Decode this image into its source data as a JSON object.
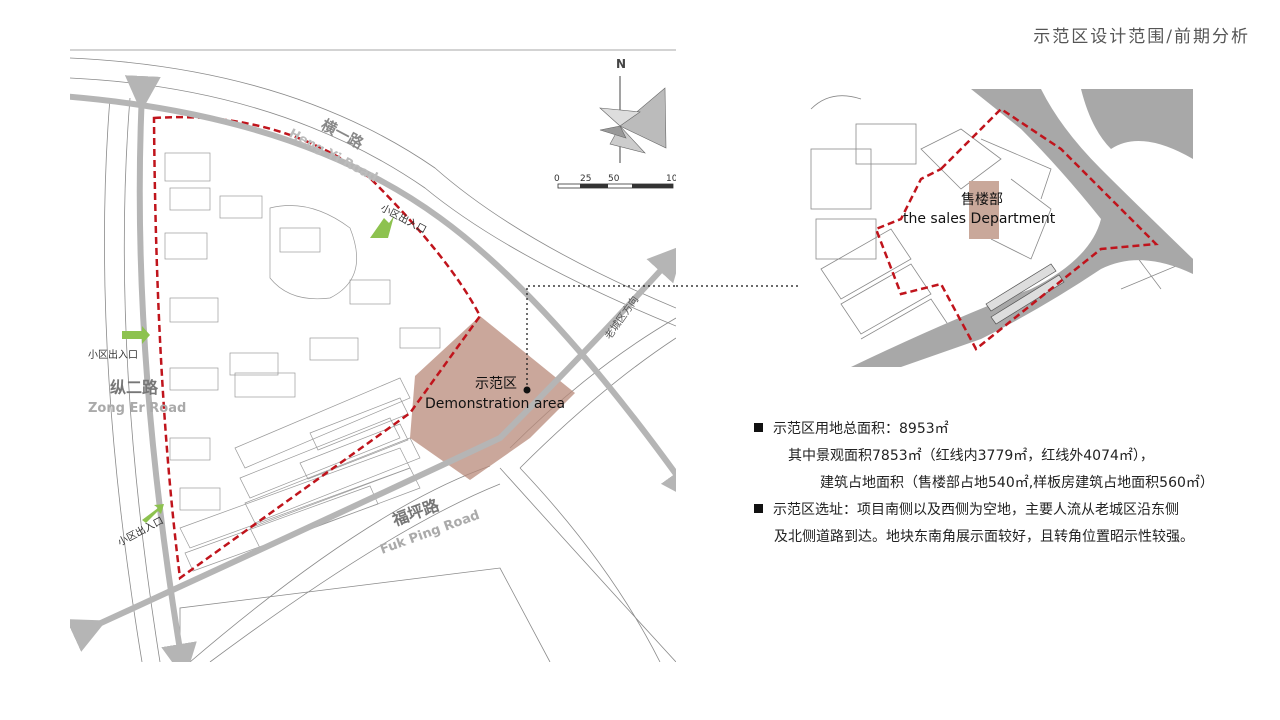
{
  "page_title": "示范区设计范围/前期分析",
  "main_map": {
    "north_label": "N",
    "scale_ticks": [
      "0",
      "25",
      "50",
      "10"
    ],
    "roads": {
      "heng_yi_cn": "横一路",
      "heng_yi_en": "Heng Yi Road",
      "zong_er_cn": "纵二路",
      "zong_er_en": "Zong Er Road",
      "fuk_ping_cn": "福坪路",
      "fuk_ping_en": "Fuk Ping Road",
      "old_town_direction": "老城区方向"
    },
    "entrances": [
      "小区出入口",
      "小区出入口",
      "小区出入口"
    ],
    "demo_area_cn": "示范区",
    "demo_area_en": "Demonstration area"
  },
  "inset_map": {
    "sales_cn": "售楼部",
    "sales_en": "the sales Department"
  },
  "notes": {
    "line1": "示范区用地总面积：8953㎡",
    "line2": "其中景观面积7853㎡（红线内3779㎡，红线外4074㎡），",
    "line3": "建筑占地面积（售楼部占地540㎡,样板房建筑占地面积560㎡）",
    "line4": "示范区选址：项目南侧以及西侧为空地，主要人流从老城区沿东侧",
    "line5": "及北侧道路到达。地块东南角展示面较好，且转角位置昭示性较强。"
  },
  "colors": {
    "redline": "#c0141c",
    "demo_fill": "#b8897a",
    "road_arrow": "#b5b5b5",
    "entrance_arrow": "#8dc24f",
    "inset_road": "#a8a8a8"
  }
}
